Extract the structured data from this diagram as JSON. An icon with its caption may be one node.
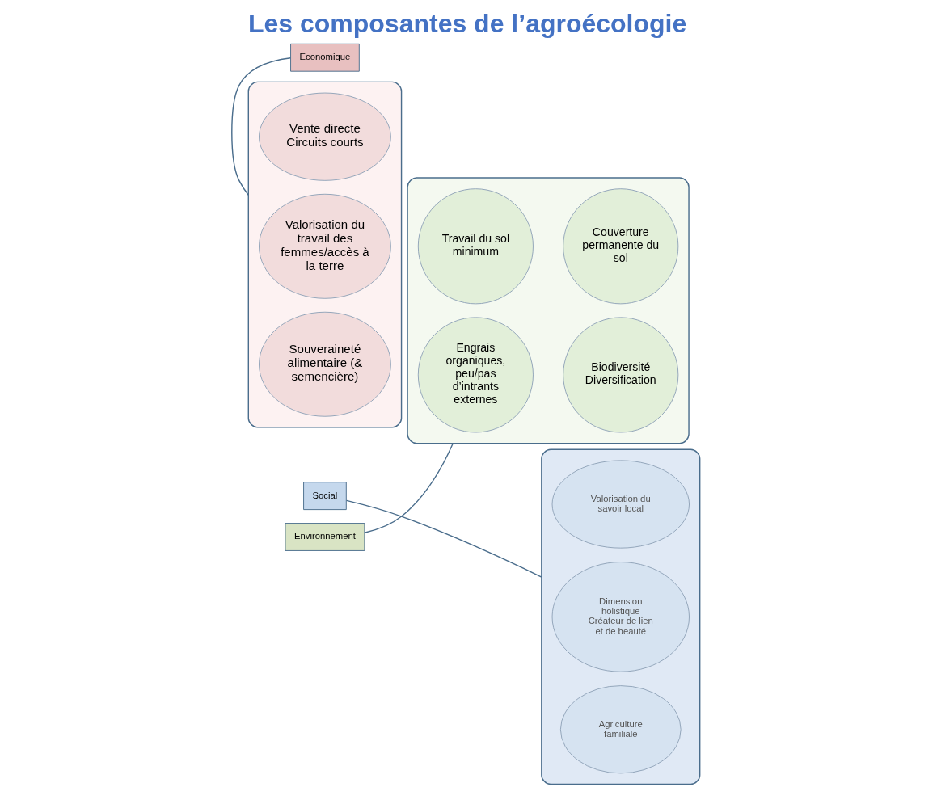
{
  "diagram": {
    "title": "Les composantes de l’agroécologie",
    "nodes": [
      {
        "text": [],
        "shape": "box"
      },
      {
        "text": [
          "Vente directe",
          "Circuits courts"
        ],
        "in": 0
      },
      {
        "text": [
          "Valorisation du travail des femmes/accès à la terre"
        ],
        "in": 0
      },
      {
        "text": [
          "Souveraineté alimentaire (& semencière)"
        ],
        "in": 0
      },
      {
        "text": [
          "Environnement"
        ]
      },
      {
        "text": [],
        "shape": "box"
      },
      {
        "text": [
          "Travail du sol minimum"
        ],
        "in": 5
      },
      {
        "text": [
          "Couverture permanente du sol"
        ],
        "in": 5
      },
      {
        "text": [
          "Engrais organiques, peu/pas d’intrants externes"
        ],
        "in": 5
      },
      {
        "text": [
          "Biodiversité",
          "Diversification"
        ],
        "in": 5
      },
      {
        "text": [],
        "shape": "box"
      },
      {
        "text": [
          "Valorisation du savoir local"
        ],
        "in": 10
      },
      {
        "text": [
          "Dimension holistique",
          "Créateur de lien et de beauté"
        ],
        "in": 10
      },
      {
        "text": [
          "Agriculture familiale"
        ],
        "in": 10
      },
      {
        "text": [
          "Economique"
        ]
      },
      {
        "text": [
          "Social"
        ]
      }
    ],
    "edges": [
      {
        "from": 4,
        "to": 5,
        "arrow": "none"
      },
      {
        "from": 14,
        "to": 0,
        "arrow": "none"
      },
      {
        "from": 15,
        "to": 10,
        "arrow": "none"
      }
    ]
  }
}
